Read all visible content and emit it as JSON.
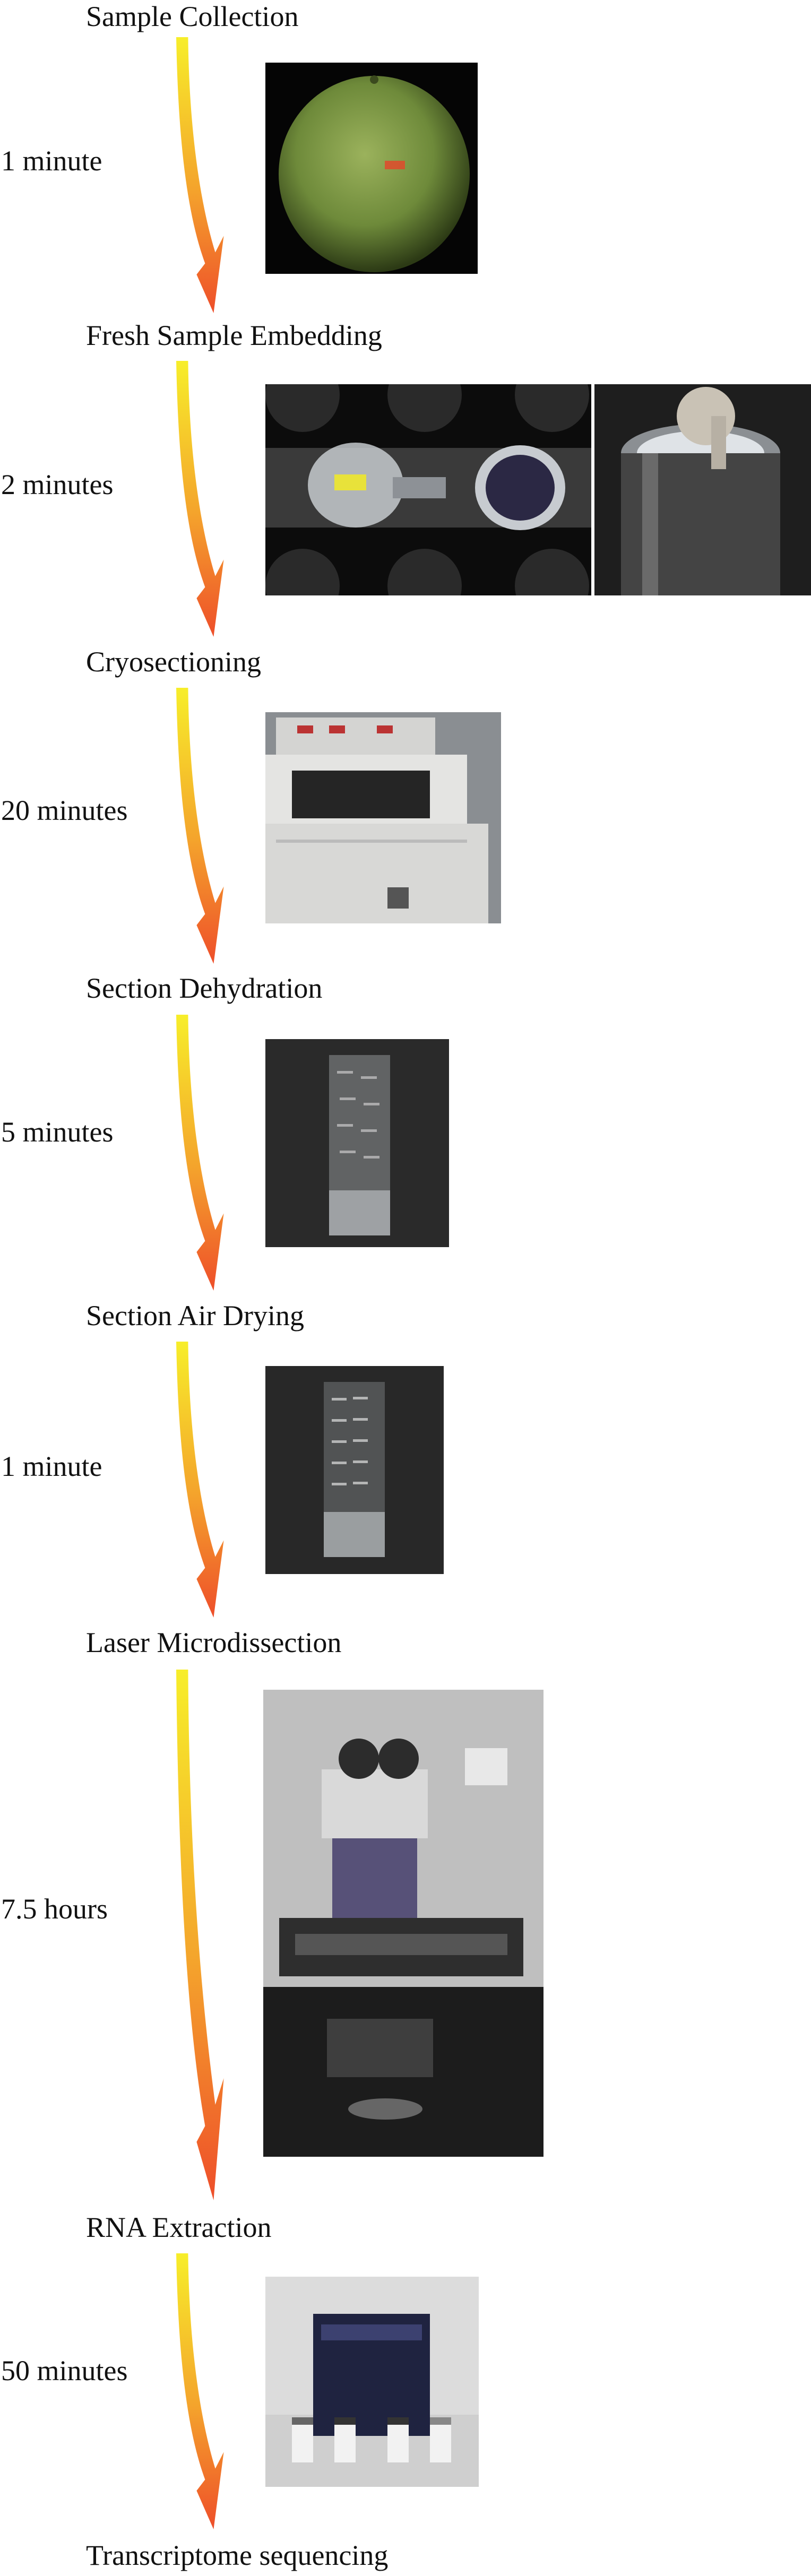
{
  "steps": [
    {
      "name": "Sample Collection",
      "duration": "1 minute"
    },
    {
      "name": "Fresh Sample Embedding",
      "duration": "2 minutes"
    },
    {
      "name": "Cryosectioning",
      "duration": "20 minutes"
    },
    {
      "name": "Section Dehydration",
      "duration": "5 minutes"
    },
    {
      "name": "Section Air Drying",
      "duration": "1 minute"
    },
    {
      "name": "Laser Microdissection",
      "duration": "7.5 hours"
    },
    {
      "name": "RNA Extraction",
      "duration": "50 minutes"
    }
  ],
  "final_step": "Transcriptome sequencing",
  "colors": {
    "arrow_top": "#f7ee2a",
    "arrow_bottom": "#ee4e2a"
  },
  "photos": [
    "orange-fruit-photo",
    "embedding-molds-photo",
    "liquid-nitrogen-photo",
    "cryostat-photo",
    "dehydrated-slide-photo",
    "air-dried-slide-photo",
    "laser-microscope-photo",
    "rna-kit-photo"
  ]
}
